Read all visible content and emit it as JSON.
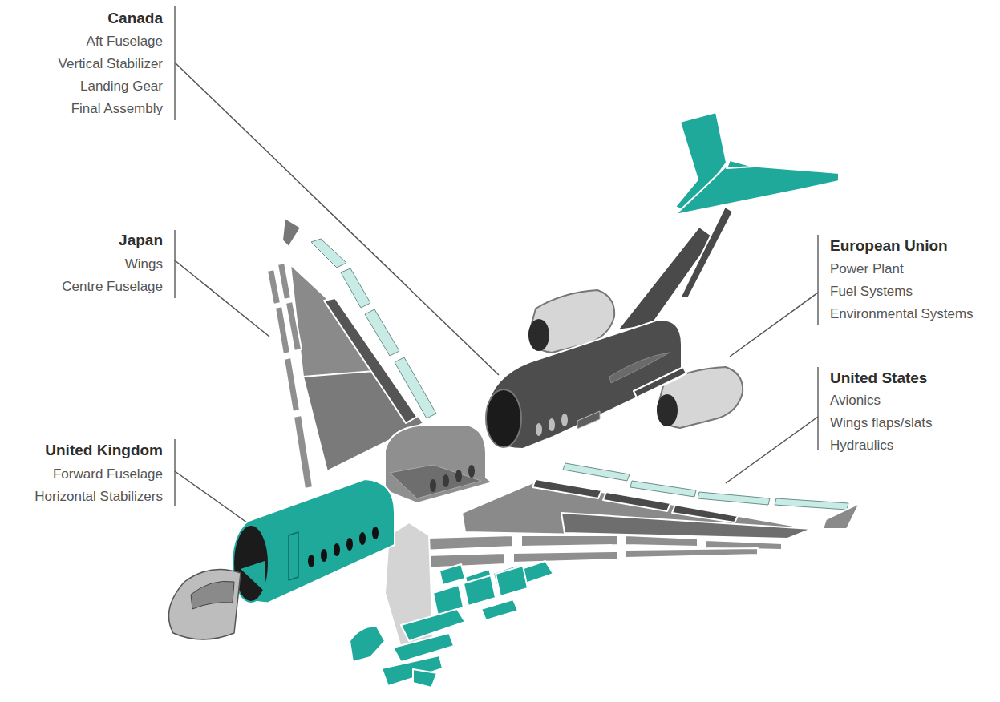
{
  "diagram": {
    "labels": [
      "Canada",
      "Aft Fuselage",
      "Vertical Stabilizer",
      "Landing Gear",
      "Final Assembly",
      "Japan",
      "Wings",
      "Centre Fuselage",
      "United Kingdom",
      "Forward Fuselage",
      "Horizontal Stabilizers",
      "European Union",
      "Power Plant",
      "Fuel Systems",
      "Environmental Systems",
      "United States",
      "Avionics",
      "Wings flaps/slats",
      "Hydraulics"
    ]
  }
}
